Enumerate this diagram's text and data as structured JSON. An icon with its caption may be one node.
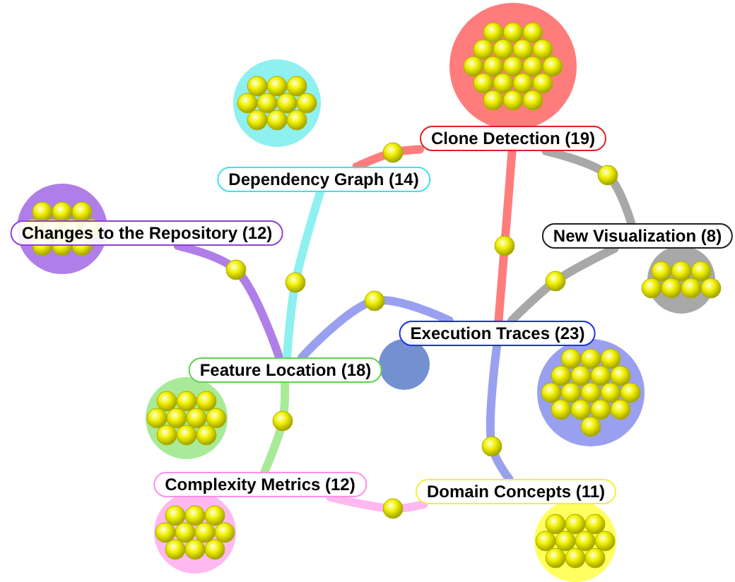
{
  "diagram": {
    "nodes": [
      {
        "text": [
          "Clone Detection (19)"
        ]
      },
      {
        "text": [
          "Dependency Graph (14)"
        ]
      },
      {
        "text": [
          "Changes to the Repository (12)"
        ]
      },
      {
        "text": [
          "New Visualization (8)"
        ]
      },
      {
        "text": [
          "Execution Traces (23)"
        ]
      },
      {
        "text": [
          "Feature Location (18)"
        ]
      },
      {
        "text": [
          "Complexity Metrics (12)"
        ]
      },
      {
        "text": [
          "Domain Concepts (11)"
        ]
      }
    ],
    "edges": [
      {
        "from": 0,
        "to": 1,
        "arrow": "none",
        "color": "#ff7c7c"
      },
      {
        "from": 0,
        "to": 3,
        "arrow": "none",
        "color": "#a8a8a8"
      },
      {
        "from": 0,
        "to": 4,
        "arrow": "none",
        "color": "#ff7c7c"
      },
      {
        "from": 3,
        "to": 4,
        "arrow": "none",
        "color": "#a8a8a8"
      },
      {
        "from": 2,
        "to": 5,
        "arrow": "none",
        "color": "#b07ee8"
      },
      {
        "from": 1,
        "to": 5,
        "arrow": "none",
        "color": "#8ef0f0"
      },
      {
        "from": 5,
        "to": 4,
        "arrow": "none",
        "color": "#9aa0f0"
      },
      {
        "from": 5,
        "to": 6,
        "arrow": "none",
        "color": "#a8ea98"
      },
      {
        "from": 6,
        "to": 7,
        "arrow": "none",
        "color": "#ffb8f0"
      },
      {
        "from": 4,
        "to": 7,
        "arrow": "none",
        "color": "#9aa0f0"
      }
    ]
  }
}
